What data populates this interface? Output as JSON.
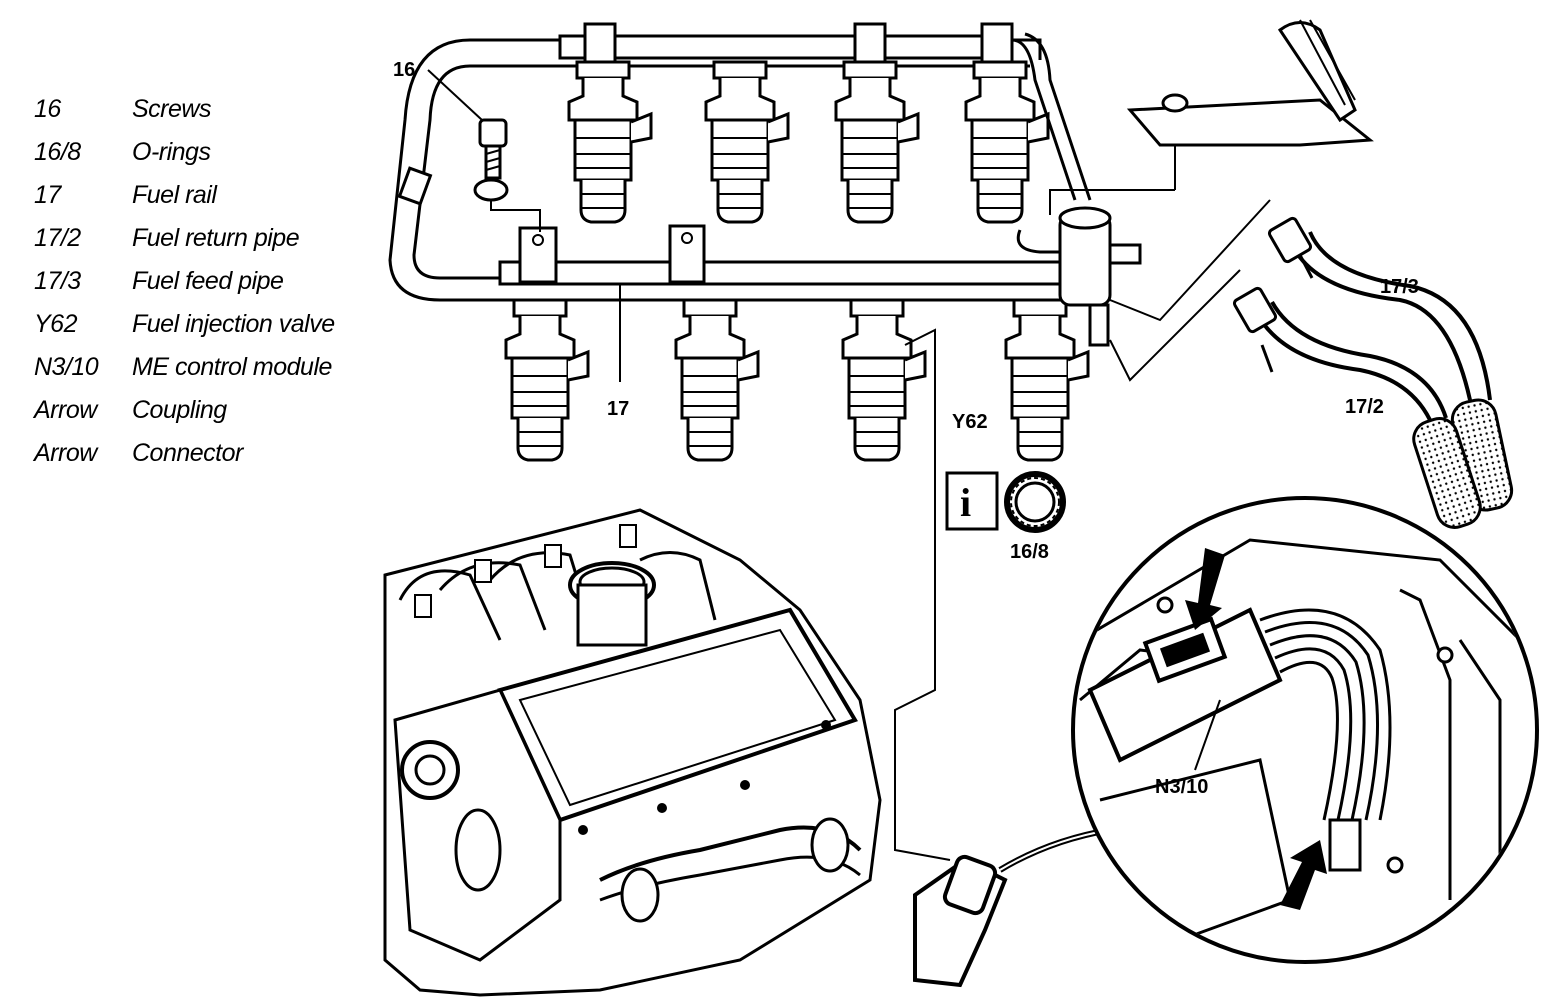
{
  "legend": [
    {
      "code": "16",
      "description": "Screws"
    },
    {
      "code": "16/8",
      "description": "O-rings"
    },
    {
      "code": "17",
      "description": "Fuel rail"
    },
    {
      "code": "17/2",
      "description": "Fuel return pipe"
    },
    {
      "code": "17/3",
      "description": "Fuel feed pipe"
    },
    {
      "code": "Y62",
      "description": "Fuel injection valve"
    },
    {
      "code": "N3/10",
      "description": "ME control module"
    },
    {
      "code": "Arrow",
      "description": "Coupling"
    },
    {
      "code": "Arrow",
      "description": "Connector"
    }
  ],
  "callouts": {
    "screws": "16",
    "fuel_rail": "17",
    "injector": "Y62",
    "info": "i",
    "o_ring": "16/8",
    "feed_pipe": "17/3",
    "return_pipe": "17/2",
    "control_module": "N3/10"
  }
}
